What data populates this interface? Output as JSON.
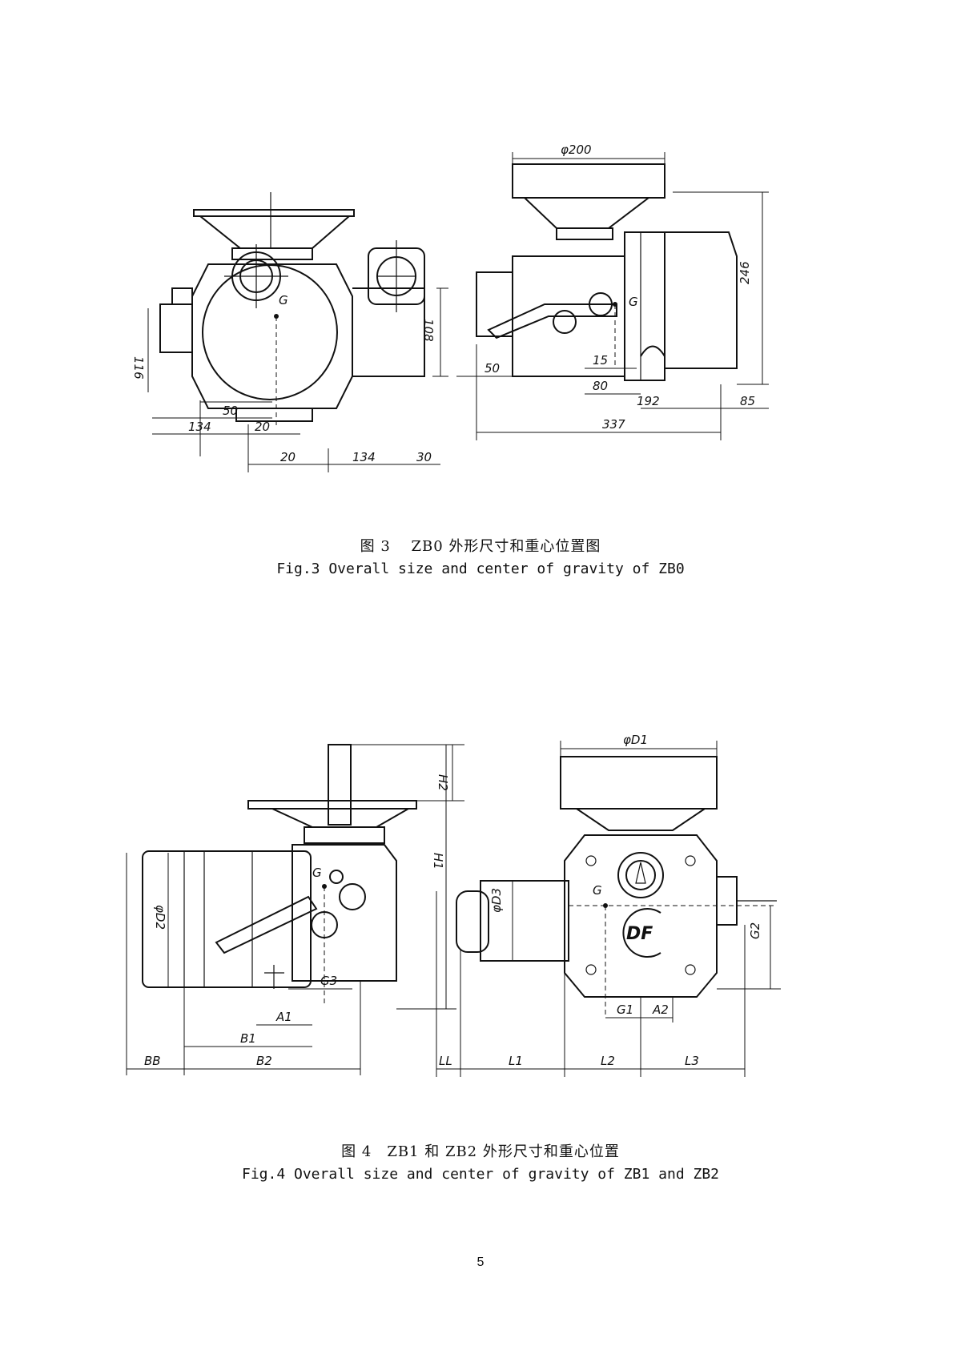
{
  "figure3": {
    "caption_cn": "图 3　 ZB0 外形尺寸和重心位置图",
    "caption_en": "Fig.3 Overall size and center of gravity of ZB0",
    "left_view_labels": {
      "g": "G",
      "d116": "116",
      "d108": "108",
      "d50": "50",
      "d134a": "134",
      "d20a": "20",
      "d20b": "20",
      "d134b": "134",
      "d30": "30"
    },
    "right_view_labels": {
      "d200": "φ200",
      "g": "G",
      "d246": "246",
      "d50": "50",
      "d15": "15",
      "d80": "80",
      "d192": "192",
      "d85": "85",
      "d337": "337"
    }
  },
  "figure4": {
    "caption_cn": "图 4　ZB1 和 ZB2 外形尺寸和重心位置",
    "caption_en": "Fig.4 Overall size and center of gravity of ZB1 and ZB2",
    "left_view_labels": {
      "g": "G",
      "h2": "H2",
      "h1": "H1",
      "d2": "φD2",
      "g3": "G3",
      "a1": "A1",
      "b1": "B1",
      "bb": "BB",
      "b2": "B2"
    },
    "right_view_labels": {
      "d1": "φD1",
      "g": "G",
      "d3": "φD3",
      "g2": "G2",
      "logo": "DF",
      "g1": "G1",
      "a2": "A2",
      "ll": "LL",
      "l1": "L1",
      "l2": "L2",
      "l3": "L3"
    }
  },
  "page": {
    "number": "5"
  }
}
